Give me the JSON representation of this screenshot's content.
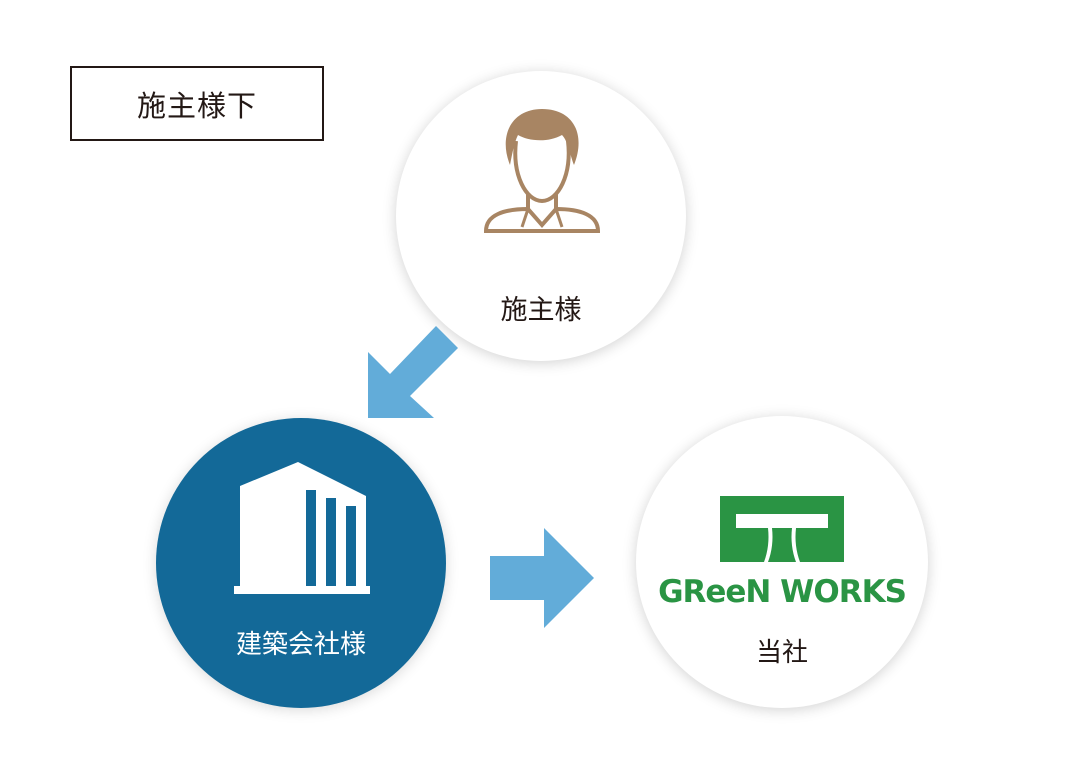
{
  "context_label": "施主様下",
  "nodes": {
    "client": {
      "label": "施主様"
    },
    "contractor": {
      "label": "建築会社様"
    },
    "company": {
      "label": "当社",
      "logo_text": "GReeN WORKS"
    }
  },
  "colors": {
    "contractor_fill": "#136998",
    "arrow": "#62acd9",
    "logo_green": "#2a9444",
    "logo_lime": "#8cc63f",
    "person": "#a88563"
  },
  "icons": {
    "client": "person-icon",
    "contractor": "building-icon",
    "company": "green-works-logo"
  }
}
